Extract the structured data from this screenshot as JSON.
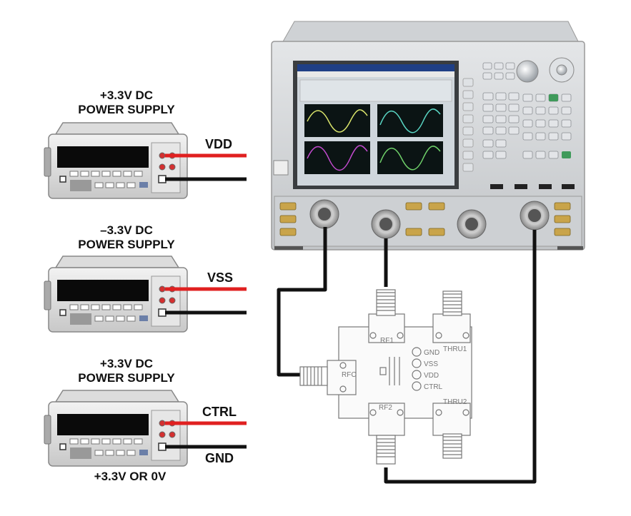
{
  "supplies": [
    {
      "title_line1": "+3.3V DC",
      "title_line2": "POWER SUPPLY",
      "signal": "VDD"
    },
    {
      "title_line1": "–3.3V DC",
      "title_line2": "POWER SUPPLY",
      "signal": "VSS"
    },
    {
      "title_line1": "+3.3V DC",
      "title_line2": "POWER SUPPLY",
      "signal": "CTRL",
      "ground": "GND",
      "footer": "+3.3V OR 0V"
    }
  ],
  "board": {
    "pins": [
      "GND",
      "VSS",
      "VDD",
      "CTRL"
    ],
    "ports": [
      "RF1",
      "RFC",
      "RF2",
      "THRU1",
      "THRU2"
    ]
  },
  "colors": {
    "positive_lead": "#e02020",
    "ground_lead": "#111111",
    "analyzer_body": "#d4d6d8"
  }
}
